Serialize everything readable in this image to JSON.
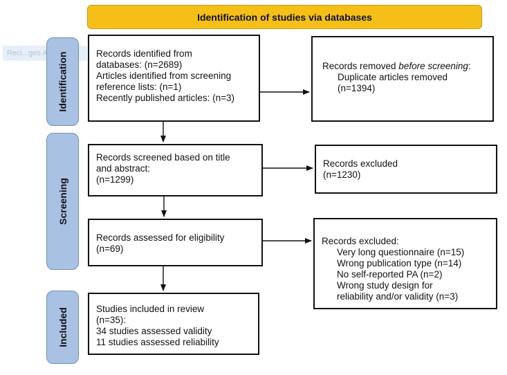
{
  "header": {
    "title": "Identification of studies via databases"
  },
  "stages": {
    "identification": "Identification",
    "screening": "Screening",
    "included": "Included"
  },
  "watermark": "Reci...ges A...",
  "boxes": {
    "identified": {
      "lines": [
        "Records identified from",
        "databases: (n=2689)",
        "Articles identified from screening",
        "reference lists: (n=1)",
        "Recently published articles: (n=3)"
      ]
    },
    "removed": {
      "line1_normal": "Records removed ",
      "line1_italic": "before screening",
      "line1_end": ":",
      "line2": "Duplicate articles removed",
      "line3": "(n=1394)"
    },
    "screened": {
      "lines": [
        "Records screened based on title",
        "and abstract:",
        "(n=1299)"
      ]
    },
    "excluded1": {
      "lines": [
        "Records excluded",
        "(n=1230)"
      ]
    },
    "assessed": {
      "lines": [
        "Records assessed for eligibility",
        "(n=69)"
      ]
    },
    "excluded2": {
      "title": "Records excluded:",
      "items": [
        "Very long questionnaire (n=15)",
        "Wrong publication type (n=14)",
        "No self-reported PA (n=2)",
        "Wrong study design for",
        "reliability and/or validity (n=3)"
      ]
    },
    "included": {
      "lines": [
        "Studies included in review",
        "(n=35):",
        "34 studies assessed validity",
        "11 studies assessed reliability"
      ]
    }
  },
  "colors": {
    "header": "#f5bf17",
    "stage": "#a9c1e3"
  }
}
